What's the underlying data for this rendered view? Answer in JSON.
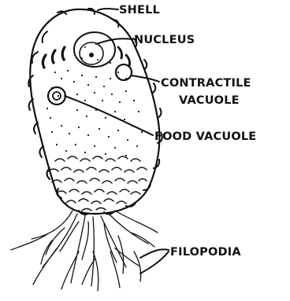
{
  "labels": {
    "shell": "SHELL",
    "nucleus": "NUCLEUS",
    "contractile_line1": "CONTRACTILE",
    "contractile_line2": "VACUOLE",
    "food_vacuole": "FOOD VACUOLE",
    "filopodia": "FILOPODIA"
  }
}
